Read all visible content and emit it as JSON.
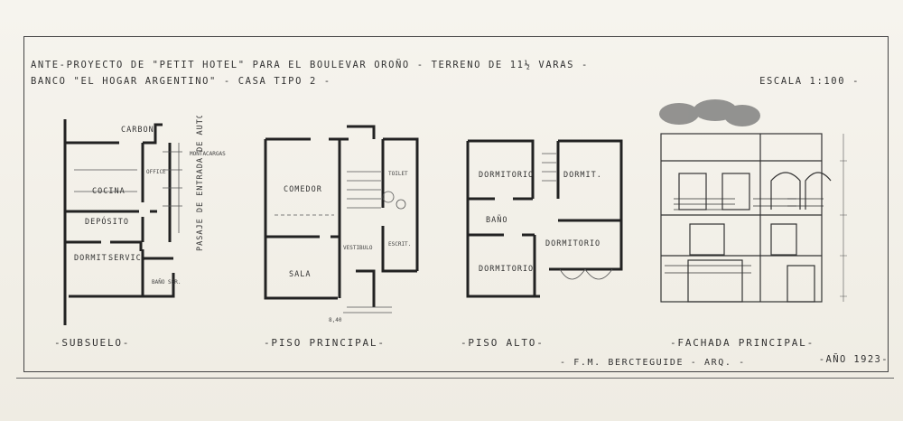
{
  "header": {
    "line1": "ANTE-PROYECTO DE \"PETIT HOTEL\" PARA EL BOULEVAR OROÑO - TERRENO DE 11½ VARAS -",
    "line2": "BANCO \"EL HOGAR ARGENTINO\" - CASA TIPO 2 -",
    "scale": "ESCALA 1:100 -"
  },
  "plans": {
    "subsuelo": {
      "caption": "-SUBSUELO-",
      "rooms": {
        "carbon": "CARBON",
        "cocina": "COCINA",
        "dep": "DEPÓSITO",
        "dorm": "DORMIT.",
        "servic": "SERVIC.",
        "bano": "BAÑO SER.",
        "pasaje": "PASAJE DE ENTRADA DE AUTOS",
        "montacarga": "MONTACARGAS",
        "office": "OFFICE"
      }
    },
    "principal": {
      "caption": "-PISO PRINCIPAL-",
      "rooms": {
        "comedor": "COMEDOR",
        "sala": "SALA",
        "vestibulo": "VESTIBULO",
        "toilet": "TOILET",
        "escrit": "ESCRIT."
      },
      "width": "8,40"
    },
    "alto": {
      "caption": "-PISO ALTO-",
      "rooms": {
        "dorm1": "DORMITORIO",
        "dorm2": "DORMIT.",
        "bano": "BAÑO",
        "dorm3": "DORMITORIO",
        "dorm4": "DORMITORIO"
      }
    },
    "fachada": {
      "caption": "-FACHADA PRINCIPAL-"
    }
  },
  "footer": {
    "signature": "- F.M. BERCTEGUIDE - ARQ. -",
    "year": "-AÑO 1923-"
  }
}
